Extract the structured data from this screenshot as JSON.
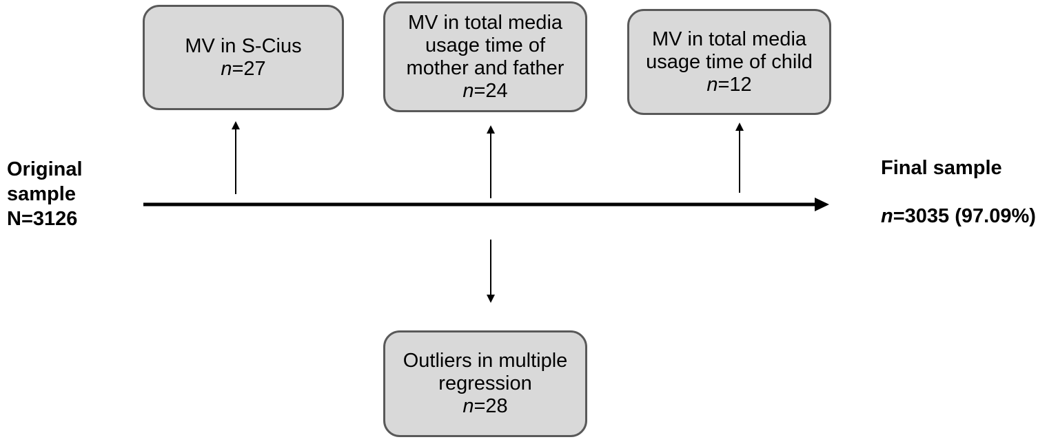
{
  "left_label": {
    "line1": "Original",
    "line2": "sample",
    "line3": "N=3126"
  },
  "right_label": {
    "title": "Final sample",
    "n_prefix": "n",
    "n_value": "=3035 (97.09%)"
  },
  "boxes": [
    {
      "lines": [
        "MV in S-Cius"
      ],
      "n_prefix": "n",
      "n_value": "=27"
    },
    {
      "lines": [
        "MV in total media",
        "usage time of",
        "mother and father"
      ],
      "n_prefix": "n",
      "n_value": "=24"
    },
    {
      "lines": [
        "MV in total media",
        "usage time of child"
      ],
      "n_prefix": "n",
      "n_value": "=12"
    },
    {
      "lines": [
        "Outliers in multiple",
        "regression"
      ],
      "n_prefix": "n",
      "n_value": "=28"
    }
  ]
}
